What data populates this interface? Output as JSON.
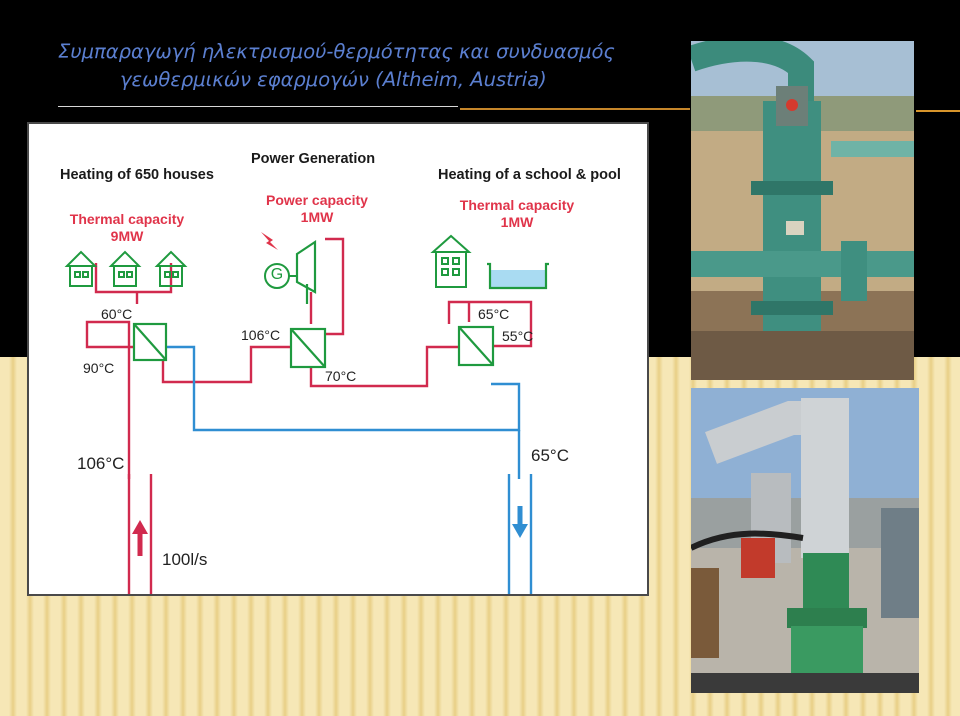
{
  "slide": {
    "title_line1": "Συμπαραγωγή ηλεκτρισμού-θερμότητας και συνδυασμός",
    "title_line2": "γεωθερμικών εφαρμογών (Altheim, Austria)"
  },
  "diagram": {
    "sections": {
      "houses": "Heating of 650 houses",
      "power": "Power Generation",
      "school": "Heating of a school & pool"
    },
    "capacities": {
      "houses_line1": "Thermal capacity",
      "houses_line2": "9MW",
      "power_line1": "Power capacity",
      "power_line2": "1MW",
      "school_line1": "Thermal capacity",
      "school_line2": "1MW"
    },
    "generator_symbol": "G",
    "temperatures": {
      "t60": "60°C",
      "t90": "90°C",
      "t106_mid": "106°C",
      "t70": "70°C",
      "t65_top": "65°C",
      "t55": "55°C",
      "t106_well": "106°C",
      "t65_well": "65°C"
    },
    "flow_rate": "100l/s",
    "colors": {
      "hot": "#d12a4e",
      "cold": "#2f8ed2",
      "green": "#1f9a3f",
      "label_red": "#e0344a"
    }
  },
  "photos": {
    "top": "wellhead-pipes-photo",
    "bottom": "insulated-wellhead-photo"
  }
}
